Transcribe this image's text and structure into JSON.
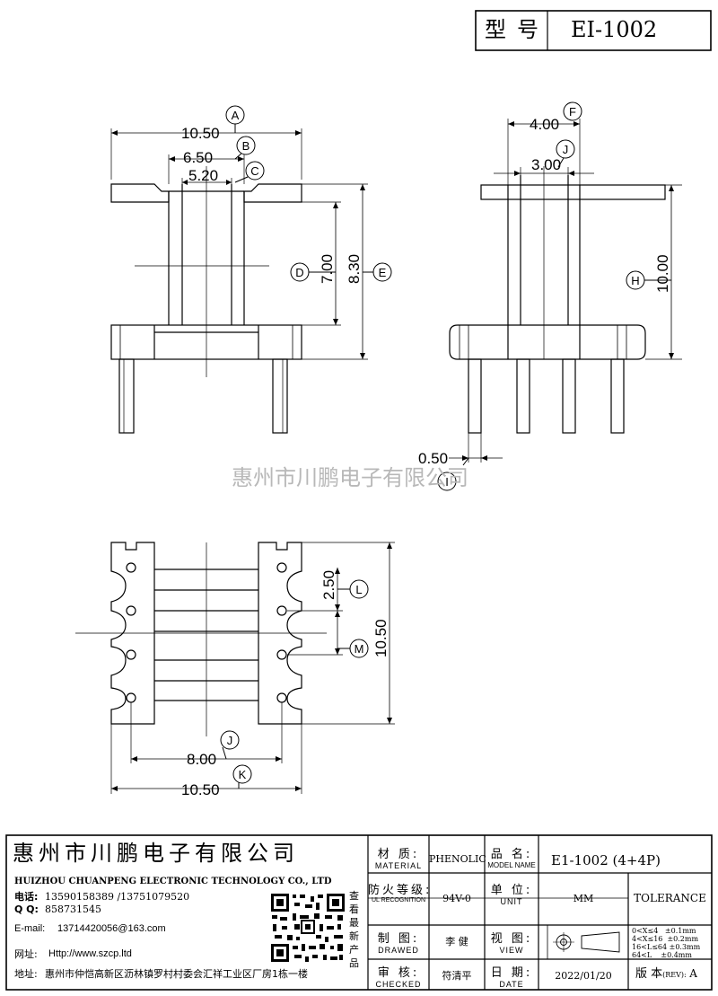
{
  "header": {
    "type_label": "型号",
    "model": "EI-1002"
  },
  "dims": {
    "A": {
      "value": "10.50",
      "letter": "A"
    },
    "B": {
      "value": "6.50",
      "letter": "B"
    },
    "C": {
      "value": "5.20",
      "letter": "C"
    },
    "D": {
      "value": "7.00",
      "letter": "D"
    },
    "E": {
      "value": "8.30",
      "letter": "E"
    },
    "F": {
      "value": "4.00",
      "letter": "F"
    },
    "J_top": {
      "value": "3.00",
      "letter": "J"
    },
    "H": {
      "value": "10.00",
      "letter": "H"
    },
    "I": {
      "value": "0.50",
      "letter": "I"
    },
    "L": {
      "value": "2.50",
      "letter": "L"
    },
    "M": {
      "letter": "M"
    },
    "W": {
      "value": "10.50"
    },
    "J_bot": {
      "value": "8.00",
      "letter": "J"
    },
    "K": {
      "value": "10.50",
      "letter": "K"
    }
  },
  "watermark": "惠州市川鹏电子有限公司",
  "company": {
    "name_cn": "惠州市川鹏电子有限公司",
    "name_en": "HUIZHOU CHUANPENG ELECTRONIC TECHNOLOGY CO., LTD",
    "phone_label": "电话:",
    "phone": "13590158389 /13751079520",
    "qq_label": "Q Q:",
    "qq": "858731545",
    "email_label": "E-mail:",
    "email": "13714420056@163.com",
    "web_label": "网址:",
    "web": "Http://www.szcp.ltd",
    "addr_label": "地址:",
    "addr": "惠州市仲恺高新区沥林镇罗村村委会汇祥工业区厂房1栋一楼",
    "qr_caption": "查看最新产品"
  },
  "titleblock": {
    "material_cn": "材 质:",
    "material_en": "MATERIAL",
    "material_val": "PHENOLIC",
    "partname_cn": "品 名:",
    "partname_en": "MODEL NAME",
    "partname_val": "E1-1002 (4+4P)",
    "ul_cn": "防火等级:",
    "ul_en": "UL RECOGNITION",
    "ul_val": "94V-0",
    "unit_cn": "单 位:",
    "unit_en": "UNIT",
    "unit_val": "MM",
    "tolerance": "TOLERANCE",
    "drawn_cn": "制 图:",
    "drawn_en": "DRAWED",
    "drawn_val": "李 健",
    "view_cn": "视 图:",
    "view_en": "VIEW",
    "tol_rows": [
      "0<X≤4   ±0.1mm",
      "4<X≤16  ±0.2mm",
      "16<L≤64 ±0.3mm",
      "64<L    ±0.4mm"
    ],
    "checked_cn": "审 核:",
    "checked_en": "CHECKED",
    "checked_val": "符清平",
    "date_cn": "日 期:",
    "date_en": "DATE",
    "date_val": "2022/01/20",
    "rev_label": "版 本",
    "rev_sub": "(REV):",
    "rev_val": "A"
  }
}
